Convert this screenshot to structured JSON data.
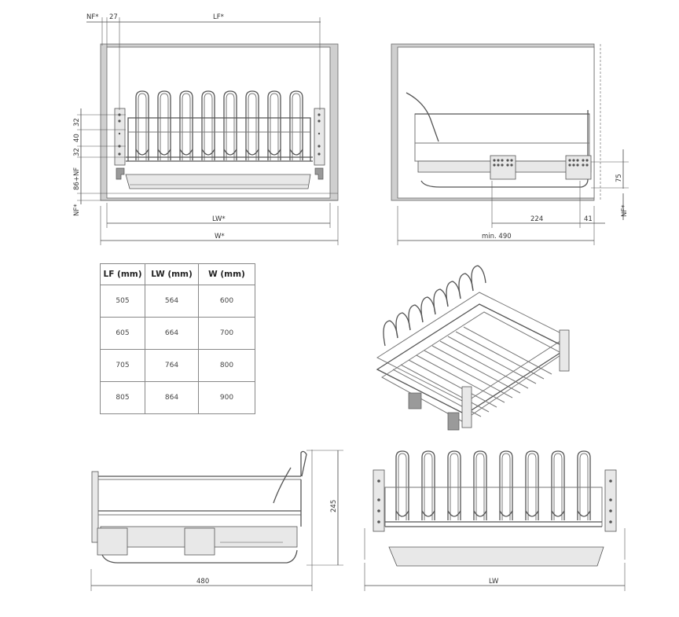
{
  "front_view": {
    "labels": {
      "nf_top": "NF*",
      "dim_27": "27",
      "lf": "LF*",
      "dim_32a": "32",
      "dim_40": "40",
      "dim_32b": "32",
      "dim_86nf": "86+NF",
      "nf_side": "NF*",
      "lw": "LW*",
      "w": "W*"
    }
  },
  "side_view": {
    "labels": {
      "dim_75": "75",
      "nf_side": "NF*",
      "dim_224": "224",
      "dim_41": "41",
      "min_490": "min. 490"
    }
  },
  "size_table": {
    "headers": [
      "LF (mm)",
      "LW (mm)",
      "W (mm)"
    ],
    "rows": [
      [
        "505",
        "564",
        "600"
      ],
      [
        "605",
        "664",
        "700"
      ],
      [
        "705",
        "764",
        "800"
      ],
      [
        "805",
        "864",
        "900"
      ]
    ]
  },
  "bottom_side_view": {
    "labels": {
      "dim_245": "245",
      "dim_480": "480"
    }
  },
  "bottom_front_view": {
    "labels": {
      "lw": "LW"
    }
  }
}
